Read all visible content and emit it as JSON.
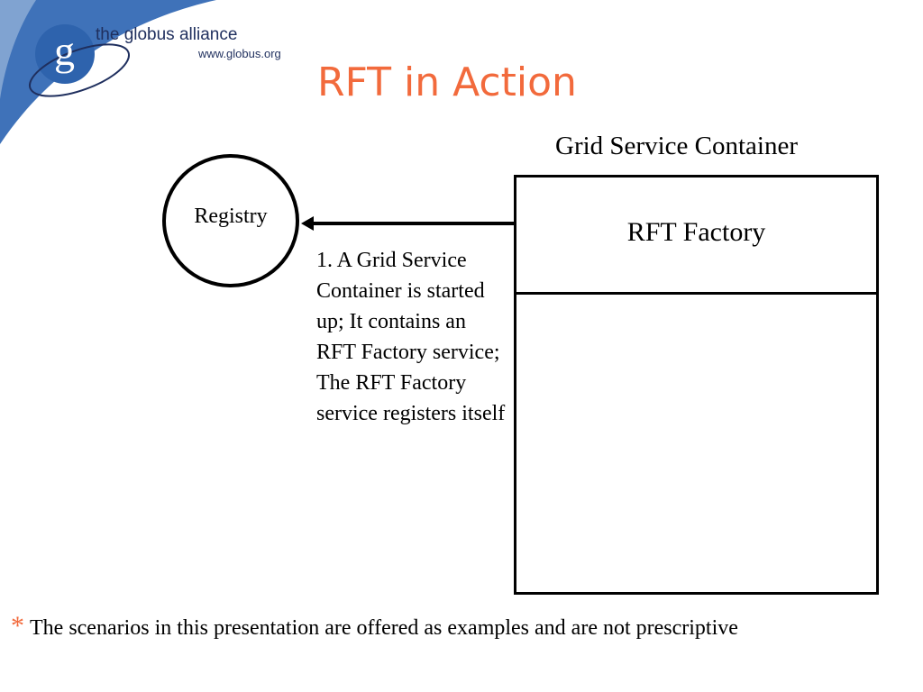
{
  "brand": {
    "org_name": "the globus alliance",
    "url": "www.globus.org",
    "logo_letter": "g",
    "colors": {
      "band": "#3f72b9",
      "title": "#f26a3c",
      "logo_dark": "#1f2f5e"
    }
  },
  "slide": {
    "title": "RFT in Action"
  },
  "diagram": {
    "registry_label": "Registry",
    "container_label": "Grid Service Container",
    "factory_label": "RFT Factory",
    "step_text": "1. A Grid Service Container is started up;  It contains an RFT Factory service; The RFT Factory service registers itself",
    "arrow_direction": "container-to-registry"
  },
  "footnote": {
    "marker": "*",
    "text": "The scenarios in this presentation are offered as examples and are not prescriptive"
  }
}
